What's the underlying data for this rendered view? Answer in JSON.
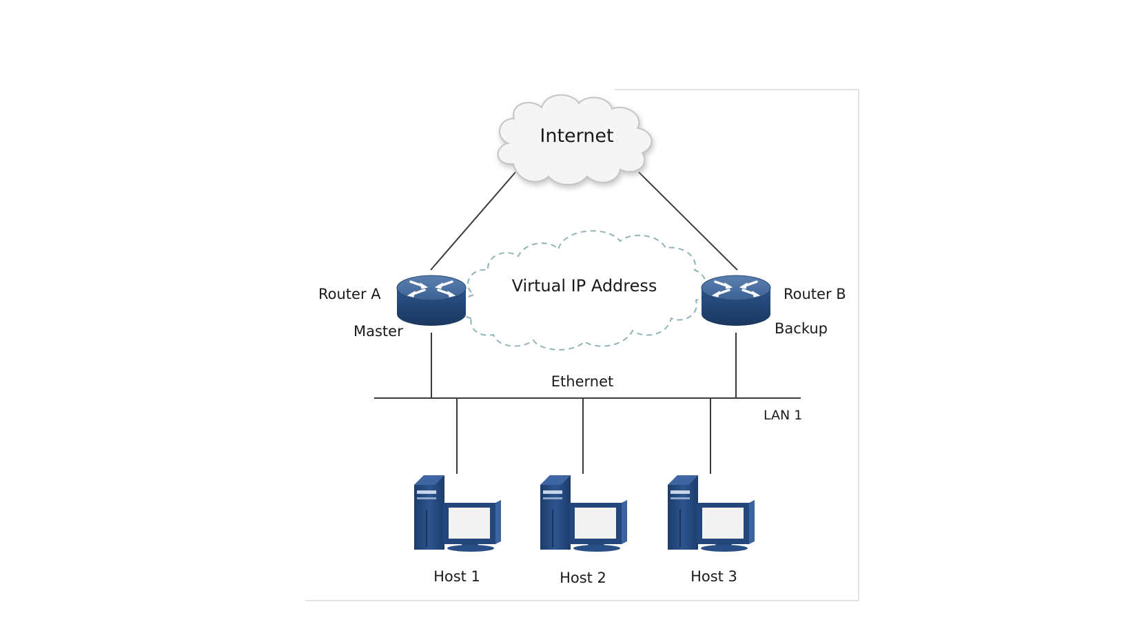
{
  "labels": {
    "internet": "Internet",
    "virtual_ip": "Virtual IP Address",
    "router_a": "Router A",
    "router_a_role": "Master",
    "router_b": "Router B",
    "router_b_role": "Backup",
    "ethernet": "Ethernet",
    "lan": "LAN 1",
    "host_1": "Host 1",
    "host_2": "Host 2",
    "host_3": "Host 3"
  },
  "icons": {
    "cloud": "cloud-icon",
    "router": "router-icon",
    "host": "desktop-computer-icon"
  },
  "colors": {
    "router_top": "#4a6e9c",
    "router_body": "#1f3f6b",
    "host_tower": "#26497e",
    "host_screen": "#f2f2f2",
    "cloud_fill": "#f4f4f4",
    "virtual_cloud_stroke": "#8fb3b8"
  }
}
